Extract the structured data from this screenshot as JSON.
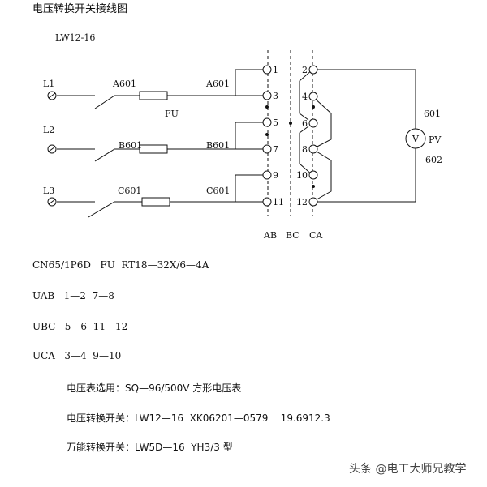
{
  "title": "电压转换开关接线图",
  "model": "LW12-16",
  "lines": [
    "L1",
    "L2",
    "L3"
  ],
  "wire_labels": {
    "a_left": "A601",
    "a_right": "A601",
    "b_left": "B601",
    "b_right": "B601",
    "c_left": "C601",
    "c_right": "C601"
  },
  "fuse_label": "FU",
  "terminals_left": [
    "1",
    "3",
    "5",
    "7",
    "9",
    "11"
  ],
  "terminals_right": [
    "2",
    "4",
    "6",
    "8",
    "10",
    "12"
  ],
  "positions": [
    "AB",
    "BC",
    "CA"
  ],
  "meter": {
    "symbol": "V",
    "name": "PV",
    "top_wire": "601",
    "bottom_wire": "602"
  },
  "specs": {
    "line1": "CN65/1P6D   FU  RT18—32X/6—4A",
    "line2": "UAB   1—2  7—8",
    "line3": "UBC   5—6  11—12",
    "line4": "UCA   3—4  9—10",
    "line5": "电压表选用：SQ—96/500V 方形电压表",
    "line6": "电压转换开关：LW12—16  XK06201—0579    19.6912.3",
    "line7": "万能转换开关：LW5D—16  YH3/3 型"
  },
  "watermark": "头条 @电工大师兄教学"
}
